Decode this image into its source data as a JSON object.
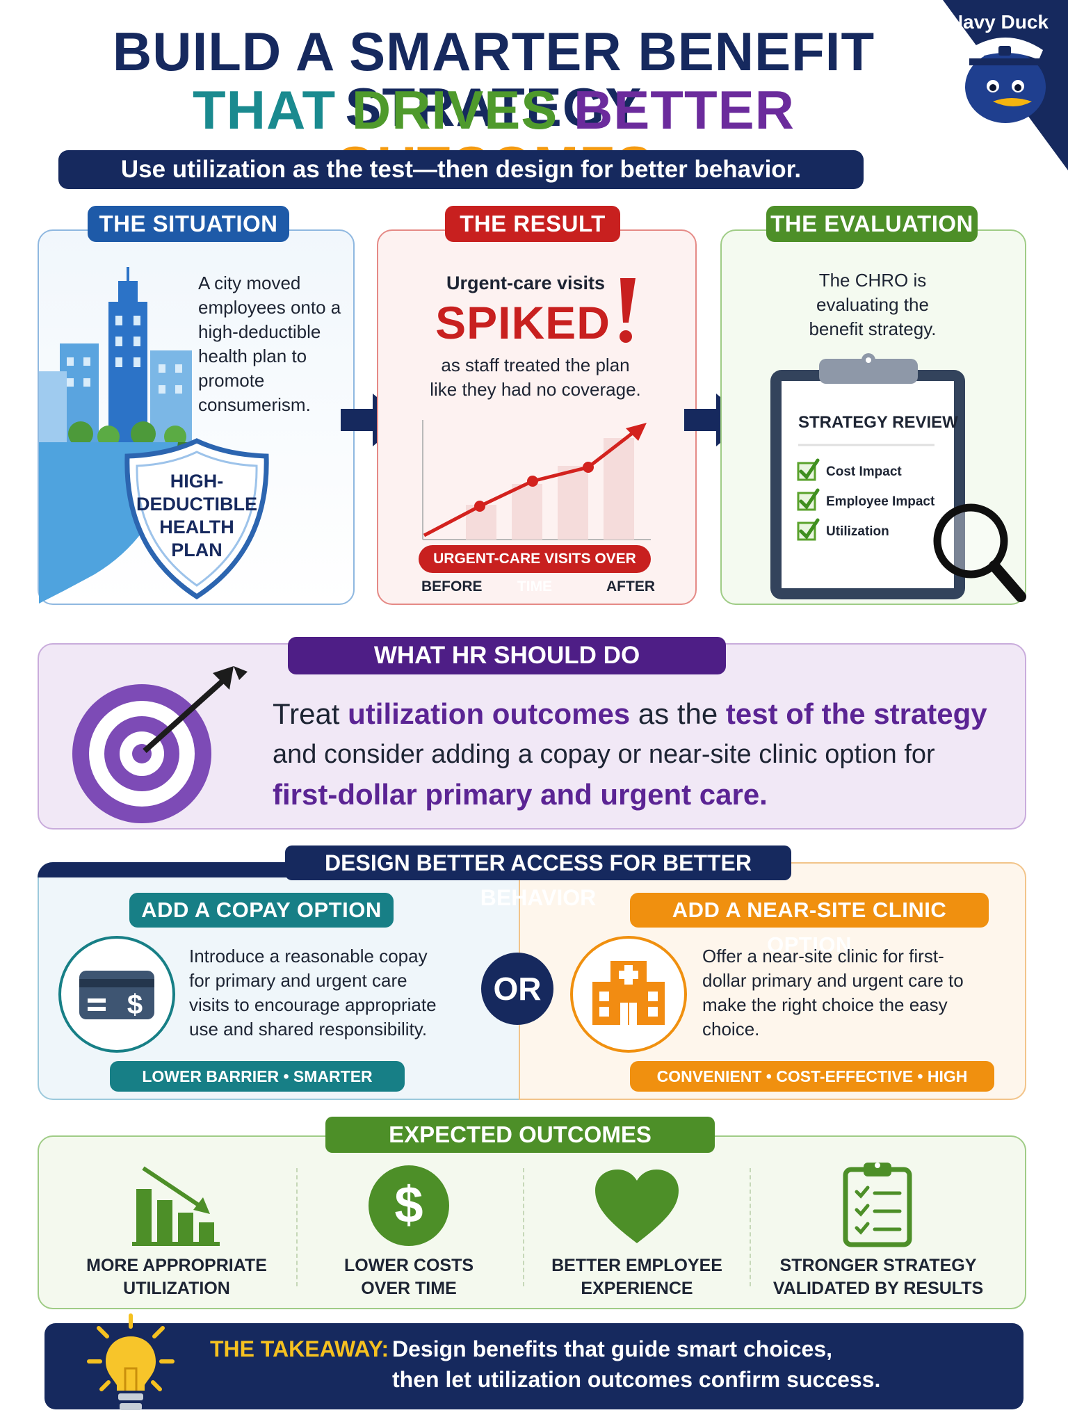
{
  "header": {
    "line1": "BUILD A SMARTER BENEFIT STRATEGY",
    "line2_words": [
      {
        "text": "THAT ",
        "color": "#1a8a8f"
      },
      {
        "text": "DRIVES ",
        "color": "#4f9a2c"
      },
      {
        "text": "BETTER ",
        "color": "#6b2b9c"
      },
      {
        "text": "OUTCOMES",
        "color": "#f39a12"
      }
    ],
    "subtitle": "Use utilization as the test—then design for better behavior."
  },
  "brand": {
    "name": "Navy Duck",
    "color": "#16295e"
  },
  "situation": {
    "label": "THE SITUATION",
    "text": "A city moved employees onto a high-deductible health plan to promote consumerism.",
    "shield_lines": [
      "HIGH-",
      "DEDUCTIBLE",
      "HEALTH",
      "PLAN"
    ],
    "color": "#1e5aa8"
  },
  "result": {
    "label": "THE RESULT",
    "line1": "Urgent-care visits",
    "spiked": "SPIKED",
    "line2": "as staff treated the plan",
    "line3": "like they had no coverage.",
    "chart_label": "URGENT-CARE VISITS OVER TIME",
    "before": "BEFORE",
    "after": "AFTER",
    "color": "#c8201f"
  },
  "evaluation": {
    "label": "THE EVALUATION",
    "text": "The CHRO is evaluating the benefit strategy.",
    "review_title": "STRATEGY REVIEW",
    "checks": [
      "Cost Impact",
      "Employee Impact",
      "Utilization"
    ],
    "color": "#4d8f28"
  },
  "hr": {
    "label": "WHAT HR SHOULD DO",
    "seg1": "Treat ",
    "seg2": "utilization outcomes",
    "seg3": " as the ",
    "seg4": "test of the strategy",
    "seg5": "and consider adding a copay or near-site clinic option for",
    "seg6": "first-dollar primary and urgent care."
  },
  "design": {
    "label": "DESIGN BETTER ACCESS FOR BETTER BEHAVIOR",
    "or": "OR",
    "copay": {
      "label": "ADD A COPAY OPTION",
      "text": "Introduce a reasonable copay for primary and urgent care visits to encourage appropriate use and shared responsibility.",
      "tag": "LOWER BARRIER • SMARTER CHOICES",
      "color": "#177f86"
    },
    "clinic": {
      "label": "ADD A NEAR-SITE CLINIC OPTION",
      "text": "Offer a near-site clinic for first-dollar primary and urgent care to make the right choice the easy choice.",
      "tag": "CONVENIENT • COST-EFFECTIVE • HIGH VALUE",
      "color": "#f0900f"
    }
  },
  "outcomes": {
    "label": "EXPECTED OUTCOMES",
    "items": [
      {
        "l1": "MORE APPROPRIATE",
        "l2": "UTILIZATION",
        "icon": "bar-chart-down-icon"
      },
      {
        "l1": "LOWER COSTS",
        "l2": "OVER TIME",
        "icon": "dollar-coin-icon"
      },
      {
        "l1": "BETTER EMPLOYEE",
        "l2": "EXPERIENCE",
        "icon": "heart-icon"
      },
      {
        "l1": "STRONGER STRATEGY",
        "l2": "VALIDATED BY RESULTS",
        "icon": "clipboard-checklist-icon"
      }
    ],
    "color": "#4d8f28"
  },
  "takeaway": {
    "label": "THE TAKEAWAY:",
    "line1": "Design benefits that guide smart choices,",
    "line2": "then let utilization outcomes confirm success."
  }
}
